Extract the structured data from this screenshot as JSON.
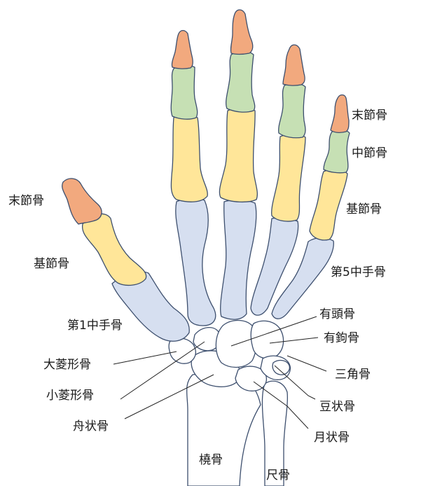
{
  "labels": {
    "thumb_distal": "末節骨",
    "thumb_proximal": "基節骨",
    "first_metacarpal": "第1中手骨",
    "trapezium": "大菱形骨",
    "trapezoid": "小菱形骨",
    "scaphoid": "舟状骨",
    "radius": "橈骨",
    "ulna": "尺骨",
    "lunate": "月状骨",
    "pisiform": "豆状骨",
    "triquetrum": "三角骨",
    "hamate": "有鉤骨",
    "capitate": "有頭骨",
    "fifth_metacarpal": "第5中手骨",
    "little_proximal": "基節骨",
    "little_middle": "中節骨",
    "little_distal": "末節骨"
  },
  "colors": {
    "distal_phalanx": "#f2a97e",
    "middle_phalanx": "#c6e0b4",
    "proximal_phalanx": "#ffe699",
    "metacarpal": "#d6dff0",
    "carpal_forearm": "#ffffff",
    "outline": "#3d4f6e"
  }
}
